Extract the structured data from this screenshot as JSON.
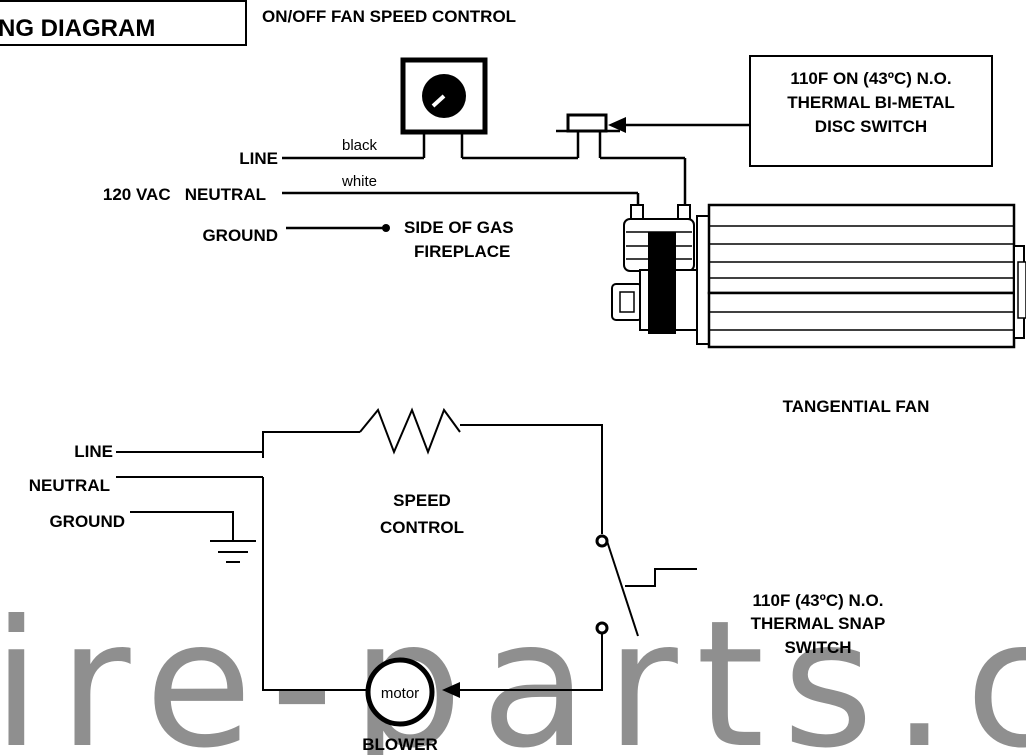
{
  "title": "NG DIAGRAM",
  "top": {
    "control_title": "ON/OFF FAN SPEED CONTROL",
    "disc_switch": [
      "110F ON (43ºC) N.O.",
      "THERMAL BI-METAL",
      "DISC SWITCH"
    ],
    "line": "LINE",
    "neutral": "120 VAC   NEUTRAL",
    "ground": "GROUND",
    "black": "black",
    "white": "white",
    "side_of_fireplace": [
      "SIDE OF GAS",
      "FIREPLACE"
    ],
    "fan": "TANGENTIAL FAN"
  },
  "bottom": {
    "line": "LINE",
    "neutral": "NEUTRAL",
    "ground": "GROUND",
    "speed_control": [
      "SPEED",
      "CONTROL"
    ],
    "snap_switch": [
      "110F (43ºC) N.O.",
      "THERMAL SNAP",
      "SWITCH"
    ],
    "motor": "motor",
    "blower": "BLOWER"
  },
  "watermark": "ire-parts.co"
}
